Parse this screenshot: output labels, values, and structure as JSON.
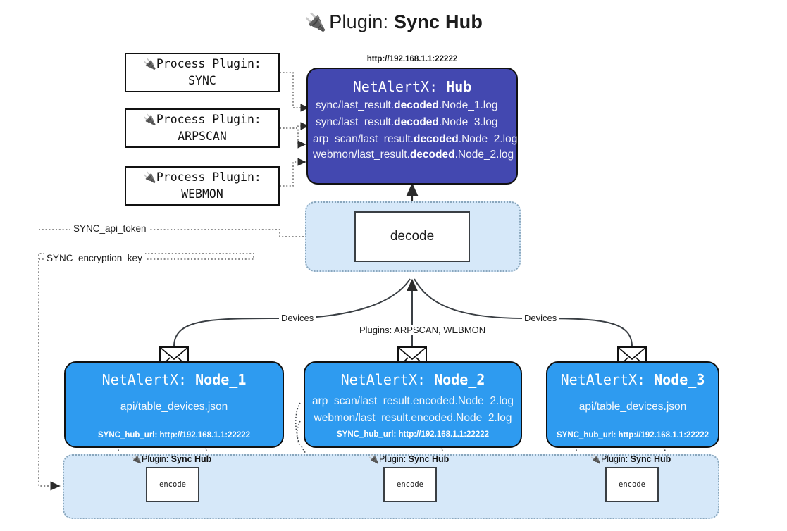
{
  "header": {
    "plug_icon": "🔌",
    "prefix": "Plugin:",
    "name": "Sync Hub"
  },
  "process_plugins": [
    {
      "line1": "Process Plugin:",
      "line2": "SYNC",
      "icon": "plug-icon"
    },
    {
      "line1": "Process Plugin:",
      "line2": "ARPSCAN",
      "icon": "plug-icon"
    },
    {
      "line1": "Process Plugin:",
      "line2": "WEBMON",
      "icon": "plug-icon"
    }
  ],
  "hub": {
    "url": "http://192.168.1.1:22222",
    "title_prefix": "NetAlertX:",
    "title_name": "Hub",
    "logs": [
      {
        "pre": "sync/last_result.",
        "mid": "decoded",
        "post": ".Node_1.log"
      },
      {
        "pre": "sync/last_result.",
        "mid": "decoded",
        "post": ".Node_3.log"
      },
      {
        "pre": "arp_scan/last_result.",
        "mid": "decoded",
        "post": ".Node_2.log"
      },
      {
        "pre": "webmon/last_result.",
        "mid": "decoded",
        "post": ".Node_2.log"
      }
    ]
  },
  "decode": {
    "label": "decode"
  },
  "keys": {
    "api_token": "SYNC_api_token",
    "encryption_key": "SYNC_encryption_key"
  },
  "edge_labels": {
    "devices_left": "Devices",
    "devices_right": "Devices",
    "plugins_center": "Plugins: ARPSCAN, WEBMON"
  },
  "nodes": [
    {
      "title_prefix": "NetAlertX:",
      "title_name": "Node_1",
      "lines": [
        "api/table_devices.json"
      ],
      "footer": "SYNC_hub_url: http://192.168.1.1:22222",
      "envelope_icon": "envelope-icon"
    },
    {
      "title_prefix": "NetAlertX:",
      "title_name": "Node_2",
      "lines": [
        "arp_scan/last_result.encoded.Node_2.log",
        "webmon/last_result.encoded.Node_2.log"
      ],
      "footer": "SYNC_hub_url: http://192.168.1.1:22222",
      "envelope_icon": "envelope-icon"
    },
    {
      "title_prefix": "NetAlertX:",
      "title_name": "Node_3",
      "lines": [
        "api/table_devices.json"
      ],
      "footer": "SYNC_hub_url: http://192.168.1.1:22222",
      "envelope_icon": "envelope-icon"
    }
  ],
  "encoders": [
    {
      "plugin_prefix": "Plugin:",
      "plugin_name": "Sync Hub",
      "label": "encode",
      "icon": "plug-icon"
    },
    {
      "plugin_prefix": "Plugin:",
      "plugin_name": "Sync Hub",
      "label": "encode",
      "icon": "plug-icon"
    },
    {
      "plugin_prefix": "Plugin:",
      "plugin_name": "Sync Hub",
      "label": "encode",
      "icon": "plug-icon"
    }
  ],
  "colors": {
    "hub_fill": "#4348b0",
    "node_fill": "#2e9bf0",
    "lane_fill": "#d6e8f9",
    "stroke": "#111111"
  }
}
